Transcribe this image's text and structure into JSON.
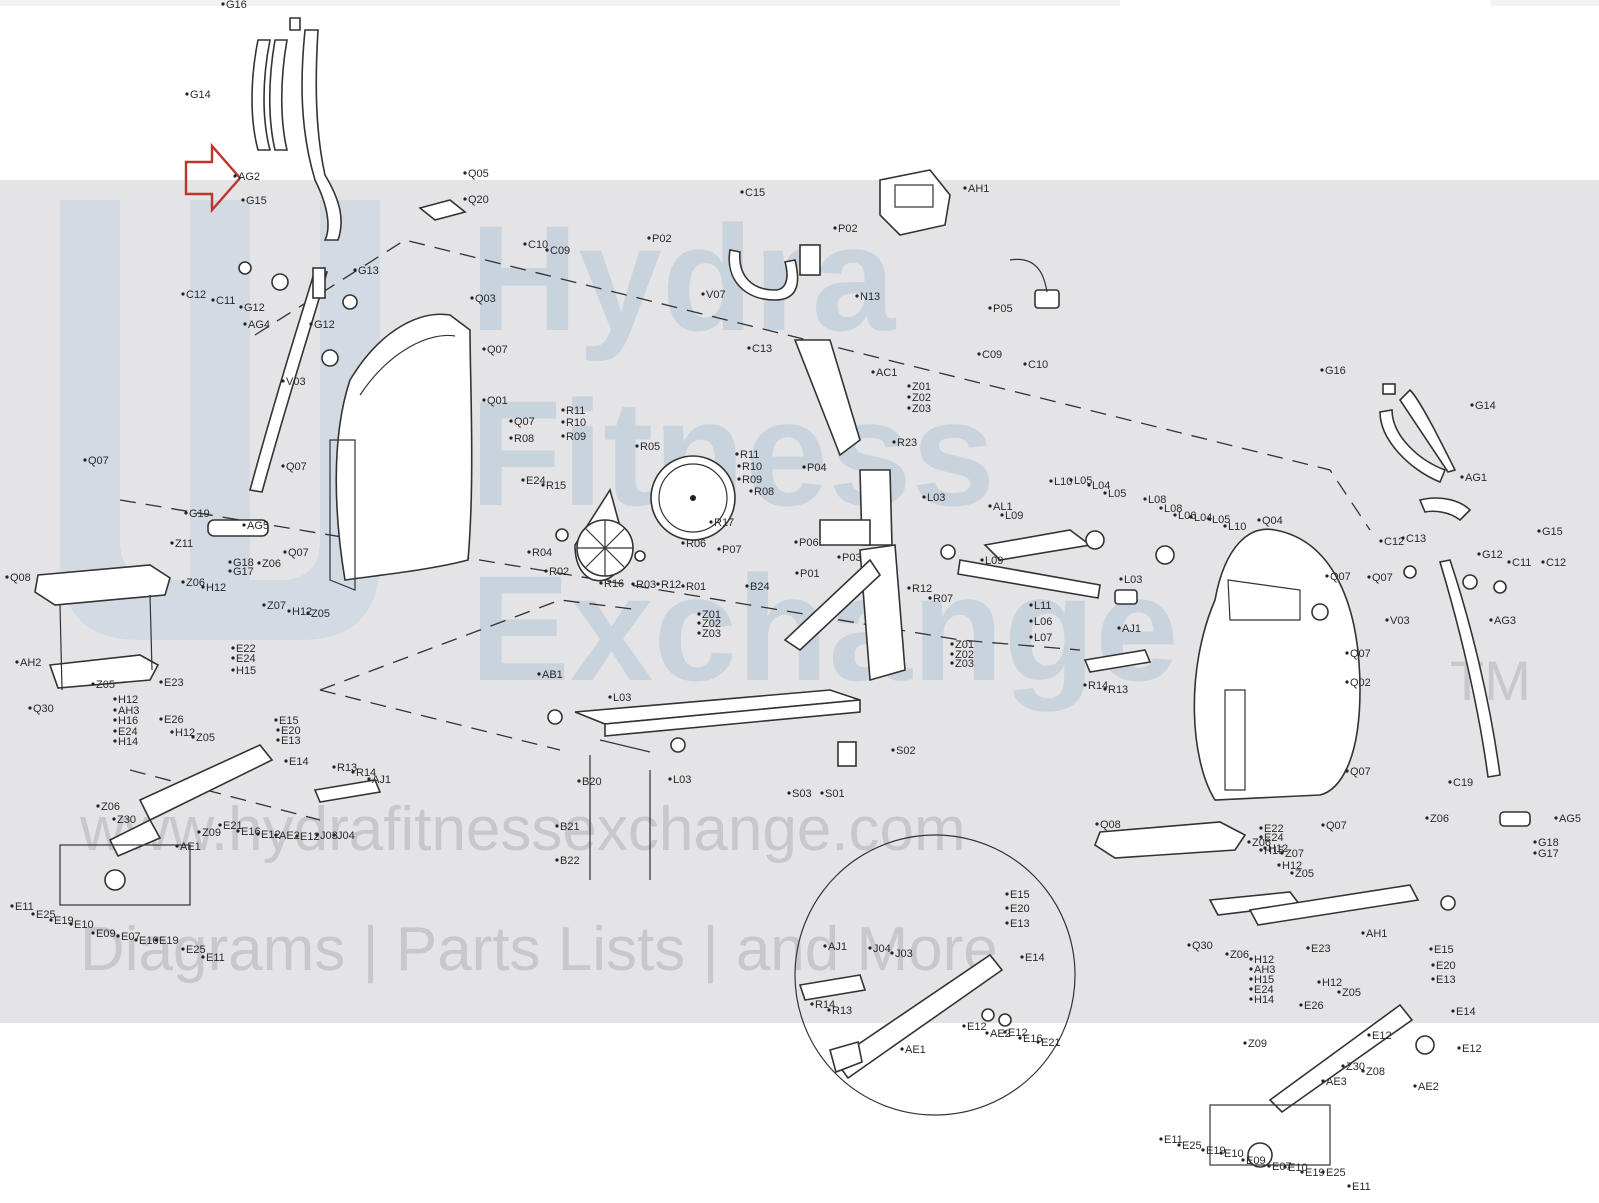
{
  "watermark": {
    "line1": "Hydra",
    "line2": "Fitness",
    "line3": "Exchange",
    "tm": "TM",
    "url": "www.hydrafitnessexchange.com",
    "tagline": "Diagrams | Parts Lists | and More"
  },
  "colors": {
    "arrow": "#c0342f",
    "band": "#e4e4e6",
    "ink": "#333333"
  },
  "labels": [
    "G16",
    "G14",
    "AG2",
    "G15",
    "Q05",
    "Q20",
    "C10",
    "C09",
    "C15",
    "P02",
    "P02",
    "AH1",
    "C12",
    "C11",
    "G12",
    "G13",
    "G12",
    "AG4",
    "Q03",
    "V07",
    "N13",
    "P05",
    "Q07",
    "V03",
    "C13",
    "AC1",
    "C09",
    "C10",
    "Z01",
    "Z02",
    "Z03",
    "Q01",
    "Q07",
    "R11",
    "R10",
    "R09",
    "R08",
    "R05",
    "R11",
    "R10",
    "R09",
    "R08",
    "R23",
    "P04",
    "Q07",
    "Q07",
    "E24",
    "R15",
    "R17",
    "L03",
    "AL1",
    "L09",
    "L10",
    "L05",
    "L04",
    "L05",
    "L08",
    "L08",
    "L06",
    "L04",
    "L05",
    "L10",
    "Q04",
    "G16",
    "G14",
    "AG1",
    "Q07",
    "G19",
    "AG5",
    "Z11",
    "G18",
    "G17",
    "Z06",
    "Q07",
    "R04",
    "R02",
    "R16",
    "R03",
    "R12",
    "R01",
    "R06",
    "P07",
    "P06",
    "P01",
    "P03",
    "Q08",
    "Z06",
    "H12",
    "B24",
    "Z01",
    "Z02",
    "Z03",
    "R12",
    "R07",
    "L09",
    "L03",
    "L11",
    "L06",
    "L07",
    "AJ1",
    "R14",
    "R13",
    "Z01",
    "Z02",
    "Z03",
    "C12",
    "C13",
    "G15",
    "G12",
    "C11",
    "C12",
    "Q07",
    "V03",
    "AG3",
    "Z07",
    "H12",
    "Z05",
    "E22",
    "E24",
    "H15",
    "AH2",
    "Z05",
    "E23",
    "Q30",
    "H12",
    "AH3",
    "H16",
    "E24",
    "H14",
    "E26",
    "H12",
    "Z05",
    "AB1",
    "L03",
    "Q07",
    "Q02",
    "Q07",
    "E15",
    "E20",
    "E13",
    "E14",
    "R13",
    "R14",
    "AJ1",
    "Z06",
    "Z30",
    "Z09",
    "E21",
    "E16",
    "E12",
    "AE2",
    "E12",
    "J03",
    "J04",
    "B20",
    "L03",
    "S02",
    "S01",
    "S03",
    "Q07",
    "B21",
    "B22",
    "AE1",
    "E11",
    "E25",
    "E19",
    "E10",
    "E09",
    "E07",
    "E10",
    "E19",
    "E25",
    "E11",
    "Q08",
    "E22",
    "E24",
    "H15",
    "Z06",
    "H12",
    "Z07",
    "H12",
    "Z05",
    "C19",
    "Z06",
    "AG5",
    "G18",
    "G17",
    "AH1",
    "E23",
    "Q30",
    "Z06",
    "H12",
    "AH3",
    "H15",
    "E24",
    "H14",
    "E26",
    "H12",
    "Z05",
    "E15",
    "E20",
    "E13",
    "E14",
    "E15",
    "E20",
    "E13",
    "E14",
    "AJ1",
    "J04",
    "J03",
    "R14",
    "R13",
    "E12",
    "AE2",
    "E12",
    "E16",
    "E21",
    "AE1",
    "Z09",
    "E12",
    "E12",
    "Z30",
    "Z08",
    "AE3",
    "AE2",
    "E11",
    "E25",
    "E19",
    "E10",
    "E09",
    "E07",
    "E10",
    "E19",
    "E25",
    "E11"
  ]
}
